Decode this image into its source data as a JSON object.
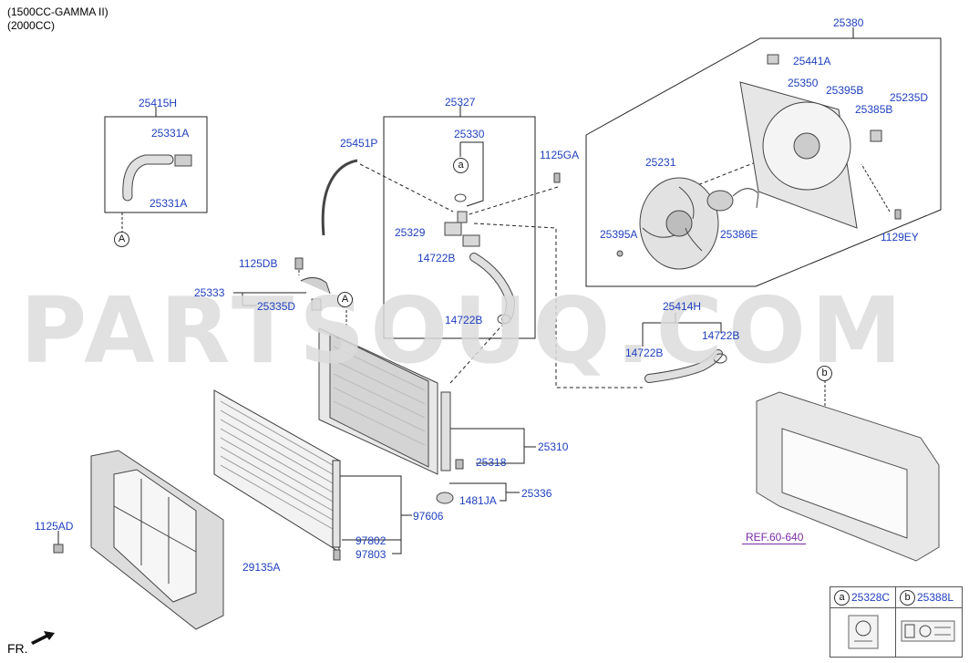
{
  "header": {
    "line1": "(1500CC-GAMMA II)",
    "line2": "(2000CC)"
  },
  "watermark": "PARTSOUQ.COM",
  "direction_label": "FR.",
  "parts": {
    "p25415H": "25415H",
    "p25331A_1": "25331A",
    "p25331A_2": "25331A",
    "p25327": "25327",
    "p25330": "25330",
    "p25451P": "25451P",
    "p1125GA": "1125GA",
    "p25329": "25329",
    "p14722B_1": "14722B",
    "p14722B_2": "14722B",
    "p14722B_3": "14722B",
    "p14722B_4": "14722B",
    "p1125DB": "1125DB",
    "p25333": "25333",
    "p25335D": "25335D",
    "p25380": "25380",
    "p25441A": "25441A",
    "p25350": "25350",
    "p25395B": "25395B",
    "p25235D": "25235D",
    "p25385B": "25385B",
    "p25231": "25231",
    "p25395A": "25395A",
    "p25386E": "25386E",
    "p1129EY": "1129EY",
    "p25414H": "25414H",
    "p25310": "25310",
    "p25318": "25318",
    "p25336": "25336",
    "p1481JA": "1481JA",
    "p97606": "97606",
    "p97802": "97802",
    "p97803": "97803",
    "p1125AD": "1125AD",
    "p29135A": "29135A",
    "ref": "REF.60-640"
  },
  "callouts": {
    "a1": "a",
    "A1": "A",
    "A2": "A",
    "b1": "b"
  },
  "legend": {
    "a_mark": "a",
    "a_part": "25328C",
    "b_mark": "b",
    "b_part": "25388L"
  },
  "colors": {
    "part_number": "#1f3fbf",
    "reference": "#7a2aa8",
    "line": "#222222",
    "watermark": "#dcdcdc"
  }
}
